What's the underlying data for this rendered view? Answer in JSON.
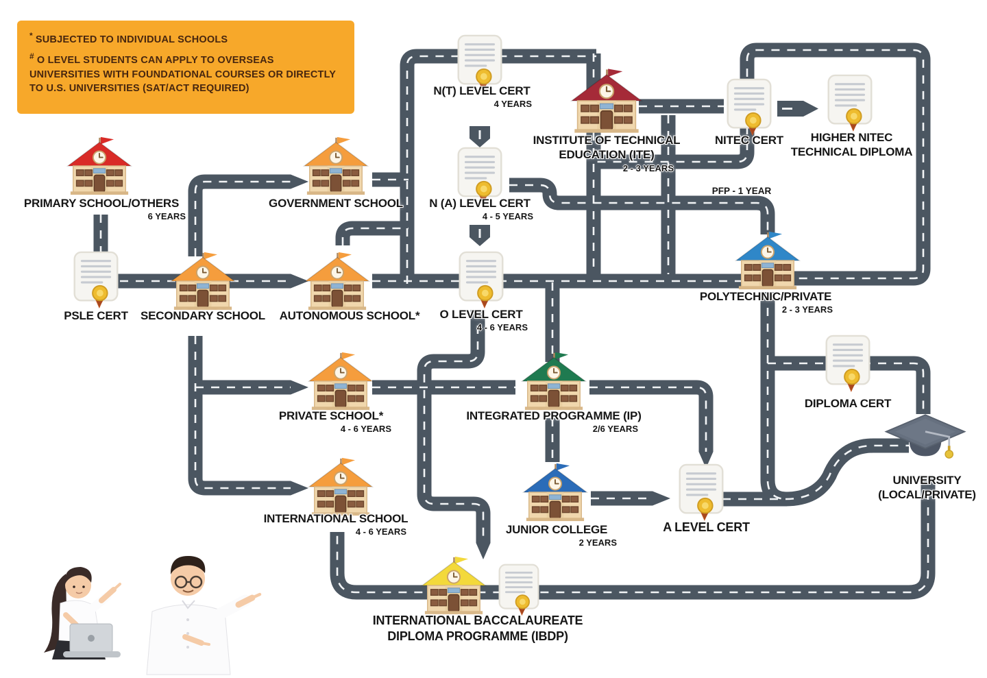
{
  "title": "Singapore education pathways infographic",
  "notes": {
    "items": [
      {
        "marker": "*",
        "text": "SUBJECTED TO INDIVIDUAL SCHOOLS"
      },
      {
        "marker": "#",
        "text": "O LEVEL STUDENTS CAN APPLY TO OVERSEAS UNIVERSITIES WITH FOUNDATIONAL COURSES OR DIRECTLY TO U.S. UNIVERSITIES (SAT/ACT REQUIRED)"
      }
    ]
  },
  "nodes": [
    {
      "id": "primary",
      "label": "PRIMARY SCHOOL/OTHERS",
      "years": "6 YEARS",
      "type": "school",
      "roof": "#d92b27"
    },
    {
      "id": "government",
      "label": "GOVERNMENT SCHOOL",
      "years": "",
      "type": "school",
      "roof": "#f59d3d"
    },
    {
      "id": "psle",
      "label": "PSLE CERT",
      "years": "",
      "type": "certificate"
    },
    {
      "id": "secondary",
      "label": "SECONDARY SCHOOL",
      "years": "",
      "type": "school",
      "roof": "#f59d3d"
    },
    {
      "id": "autonomous",
      "label": "AUTONOMOUS SCHOOL*",
      "years": "",
      "type": "school",
      "roof": "#f59d3d"
    },
    {
      "id": "nt_cert",
      "label": "N(T) LEVEL CERT",
      "years": "4 YEARS",
      "type": "certificate"
    },
    {
      "id": "na_cert",
      "label": "N (A) LEVEL CERT",
      "years": "4 - 5 YEARS",
      "type": "certificate"
    },
    {
      "id": "o_cert",
      "label": "O LEVEL CERT",
      "years": "4 - 6 YEARS",
      "type": "certificate"
    },
    {
      "id": "ite",
      "label": "INSTITUTE OF TECHNICAL EDUCATION (ITE)",
      "years": "2 - 3 YEARS",
      "type": "school",
      "roof": "#a52a38"
    },
    {
      "id": "nitec",
      "label": "NITEC CERT",
      "years": "",
      "type": "certificate"
    },
    {
      "id": "higher_nitec",
      "label": "HIGHER NITEC TECHNICAL DIPLOMA",
      "years": "",
      "type": "certificate"
    },
    {
      "id": "polytechnic",
      "label": "POLYTECHNIC/PRIVATE",
      "years": "2 - 3 YEARS",
      "type": "school",
      "roof": "#2f87c8"
    },
    {
      "id": "private",
      "label": "PRIVATE SCHOOL*",
      "years": "4 - 6 YEARS",
      "type": "school",
      "roof": "#f59d3d"
    },
    {
      "id": "ip",
      "label": "INTEGRATED PROGRAMME (IP)",
      "years": "2/6 YEARS",
      "type": "school",
      "roof": "#1f7a50"
    },
    {
      "id": "international",
      "label": "INTERNATIONAL SCHOOL",
      "years": "4 - 6 YEARS",
      "type": "school",
      "roof": "#f59d3d"
    },
    {
      "id": "jc",
      "label": "JUNIOR COLLEGE",
      "years": "2 YEARS",
      "type": "school",
      "roof": "#2b6cb8"
    },
    {
      "id": "a_level",
      "label": "A LEVEL CERT",
      "years": "",
      "type": "certificate"
    },
    {
      "id": "diploma",
      "label": "DIPLOMA CERT",
      "years": "",
      "type": "certificate"
    },
    {
      "id": "university",
      "label": "UNIVERSITY (LOCAL/PRIVATE)",
      "years": "",
      "type": "graduation-cap"
    },
    {
      "id": "ibdp",
      "label": "INTERNATIONAL BACCALAUREATE DIPLOMA PROGRAMME (IBDP)",
      "years": "",
      "type": "school-with-certificate",
      "roof": "#f3d93b"
    }
  ],
  "labels": {
    "pfp": "PFP - 1 YEAR"
  },
  "connections": [
    "PRIMARY SCHOOL/OTHERS → PSLE CERT → SECONDARY SCHOOL",
    "SECONDARY SCHOOL → GOVERNMENT SCHOOL",
    "SECONDARY SCHOOL → PRIVATE SCHOOL*",
    "SECONDARY SCHOOL → INTERNATIONAL SCHOOL",
    "GOVERNMENT / AUTONOMOUS SCHOOL → N(T) / N(A) / O LEVEL CERTS",
    "N(T) LEVEL CERT → N (A) LEVEL CERT → O LEVEL CERT",
    "N (A) LEVEL CERT → PFP - 1 YEAR → POLYTECHNIC/PRIVATE",
    "INSTITUTE OF TECHNICAL EDUCATION (ITE) → NITEC CERT → HIGHER NITEC TECHNICAL DIPLOMA",
    "O LEVEL CERT → INTEGRATED PROGRAMME (IP) / JUNIOR COLLEGE / POLYTECHNIC",
    "INTEGRATED PROGRAMME (IP) → A LEVEL CERT",
    "JUNIOR COLLEGE → A LEVEL CERT",
    "A LEVEL CERT → UNIVERSITY (LOCAL/PRIVATE)",
    "POLYTECHNIC/PRIVATE → DIPLOMA CERT → UNIVERSITY (LOCAL/PRIVATE)",
    "INTERNATIONAL SCHOOL → IBDP → UNIVERSITY (LOCAL/PRIVATE)"
  ],
  "colors": {
    "road": "#4b5661",
    "road_dash": "#f2f4f6",
    "note_bg": "#f7a82a",
    "note_text": "#47260f",
    "roof_red": "#d92b27",
    "roof_orange": "#f59d3d",
    "roof_maroon": "#a52a38",
    "roof_blue_polytechnic": "#2f87c8",
    "roof_blue_jc": "#2b6cb8",
    "roof_green": "#1f7a50",
    "roof_yellow": "#f3d93b",
    "certificate_seal": "#eebc2f",
    "graduation_cap": "#66707f"
  },
  "decor": {
    "illustration": "two students pointing at the pathway map"
  }
}
